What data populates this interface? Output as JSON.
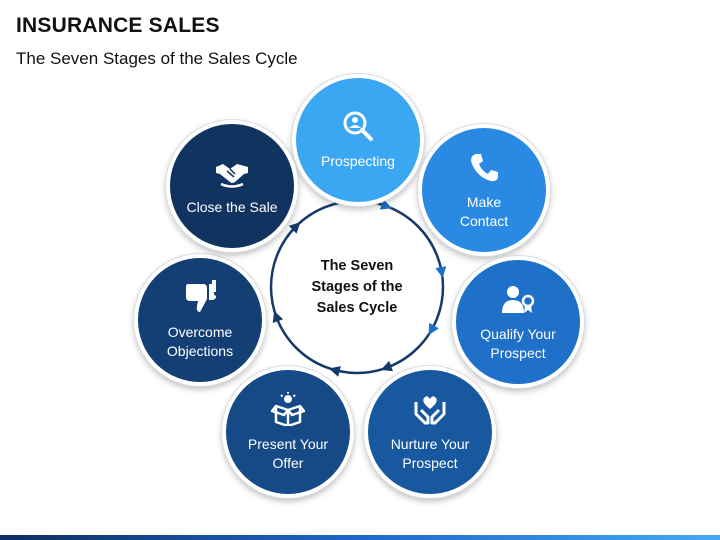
{
  "header": {
    "title": "INSURANCE SALES",
    "subtitle": "The Seven Stages of the Sales Cycle"
  },
  "center_text": "The Seven\nStages of the\nSales Cycle",
  "stages": [
    {
      "label": "Prospecting",
      "icon": "magnifier-person-icon",
      "color": "#3ba7f2"
    },
    {
      "label": "Make\nContact",
      "icon": "phone-icon",
      "color": "#2a8ae3"
    },
    {
      "label": "Qualify Your\nProspect",
      "icon": "person-award-icon",
      "color": "#1e70c8"
    },
    {
      "label": "Nurture Your\nProspect",
      "icon": "heart-hands-icon",
      "color": "#17589f"
    },
    {
      "label": "Present Your\nOffer",
      "icon": "idea-box-icon",
      "color": "#164a87"
    },
    {
      "label": "Overcome\nObjections",
      "icon": "thumbs-down-icon",
      "color": "#133f75"
    },
    {
      "label": "Close the Sale",
      "icon": "handshake-icon",
      "color": "#10335f"
    }
  ],
  "colors": {
    "cycle_arrow": "#143a6b",
    "arrow_accent": "#1e6fc6",
    "title_text": "#111111"
  }
}
